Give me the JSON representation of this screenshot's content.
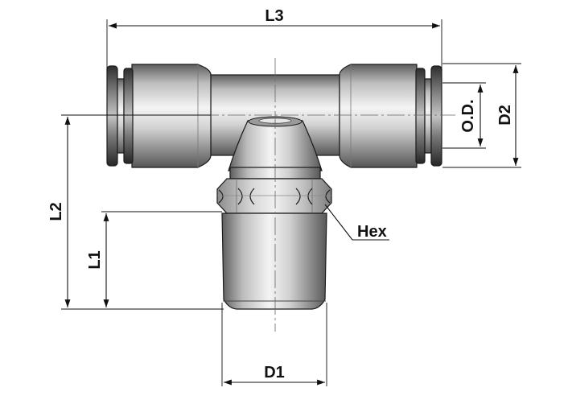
{
  "drawing": {
    "labels": {
      "l3": "L3",
      "l2": "L2",
      "l1": "L1",
      "od": "O.D.",
      "d2": "D2",
      "d1": "D1",
      "hex": "Hex"
    },
    "colors": {
      "line": "#111111",
      "metal_dark": "#5a5a5a",
      "metal_mid": "#a8a8a8",
      "metal_light": "#f0f0f0",
      "collet_dark": "#3a3a3a",
      "hex_light": "#bcbcbc"
    }
  }
}
